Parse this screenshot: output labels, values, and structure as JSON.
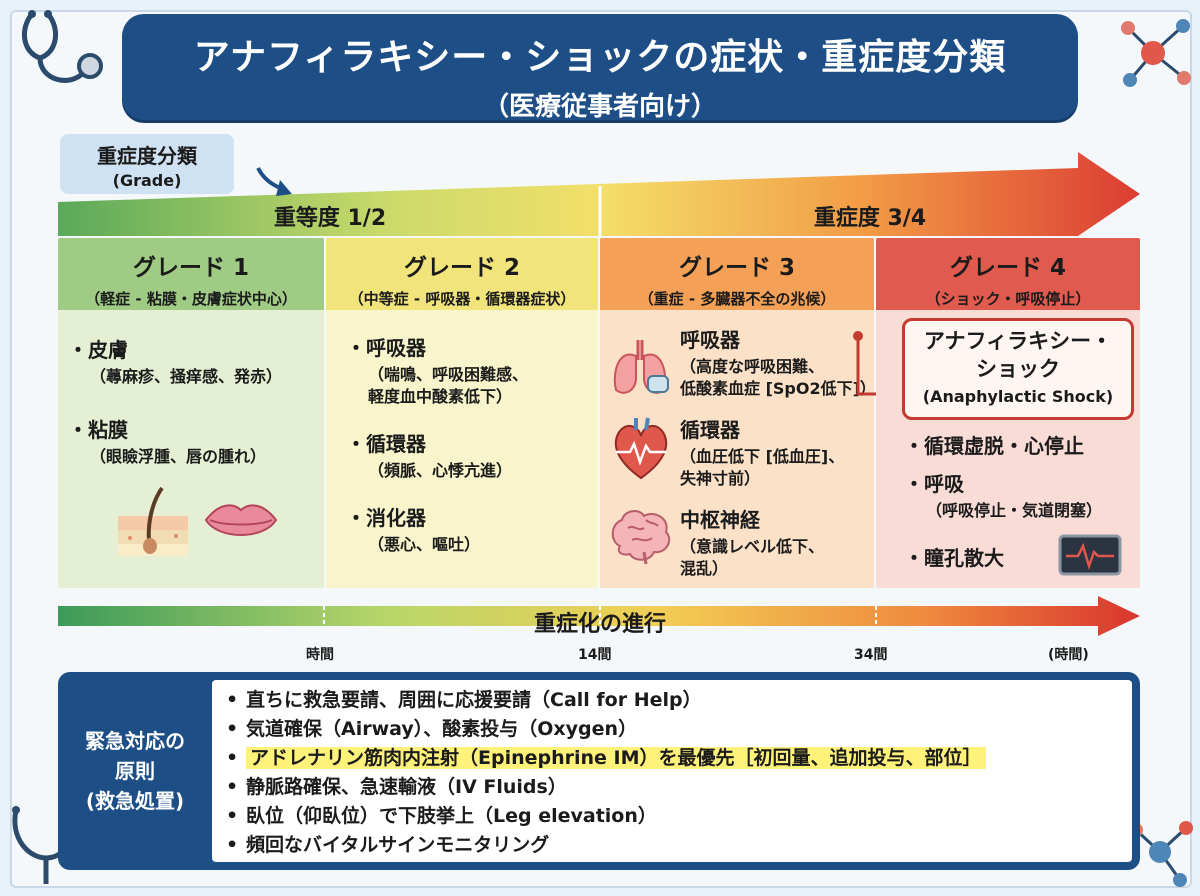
{
  "title": {
    "main": "アナフィラキシー・ショックの症状・重症度分類",
    "sub": "（医療従事者向け）"
  },
  "grade_label": {
    "ja": "重症度分類",
    "en": "(Grade)"
  },
  "bands": {
    "left": "重等度 1/2",
    "right": "重症度 3/4"
  },
  "grades": [
    {
      "name": "グレード 1",
      "desc": "（軽症 - 粘膜・皮膚症状中心）",
      "items": [
        {
          "head": "・皮膚",
          "detail": "（蕁麻疹、掻痒感、発赤）"
        },
        {
          "head": "・粘膜",
          "detail": "（眼瞼浮腫、唇の腫れ）"
        }
      ]
    },
    {
      "name": "グレード 2",
      "desc": "（中等症 - 呼吸器・循環器症状）",
      "items": [
        {
          "head": "・呼吸器",
          "detail": "（喘鳴、呼吸困難感、\n軽度血中酸素低下）"
        },
        {
          "head": "・循環器",
          "detail": "（頻脈、心悸亢進）"
        },
        {
          "head": "・消化器",
          "detail": "（悪心、嘔吐）"
        }
      ]
    },
    {
      "name": "グレード 3",
      "desc": "（重症 - 多臓器不全の兆候）",
      "items": [
        {
          "head": "呼吸器",
          "detail": "（高度な呼吸困難、\n低酸素血症 [SpO2低下]）"
        },
        {
          "head": "循環器",
          "detail": "（血圧低下 [低血圧]、\n失神寸前）"
        },
        {
          "head": "中枢神経",
          "detail": "（意識レベル低下、\n混乱）"
        }
      ]
    },
    {
      "name": "グレード 4",
      "desc": "（ショック・呼吸停止）",
      "shock_title": "アナフィラキシー・\nショック",
      "shock_en": "(Anaphylactic Shock)",
      "items": [
        {
          "head": "・循環虚脱・心停止",
          "detail": ""
        },
        {
          "head": "・呼吸",
          "detail": "（呼吸停止・気道閉塞）"
        },
        {
          "head": "・瞳孔散大",
          "detail": ""
        }
      ]
    }
  ],
  "timeline": {
    "label": "重症化の進行",
    "ticks": [
      "時間",
      "14間",
      "34間",
      "(時間)"
    ]
  },
  "emergency": {
    "heading": "緊急対応の\n原則\n(救急処置)",
    "items": [
      "直ちに救急要請、周囲に応援要請（Call for Help）",
      "気道確保（Airway）、酸素投与（Oxygen）",
      "アドレナリン筋肉内注射（Epinephrine IM）を最優先［初回量、追加投与、部位］",
      "静脈路確保、急速輸液（IV Fluids）",
      "臥位（仰臥位）で下肢挙上（Leg elevation）",
      "頻回なバイタルサインモニタリング"
    ],
    "highlight_index": 2
  },
  "colors": {
    "navy": "#1d4f86",
    "grade1": "#e4efd4",
    "grade2": "#f8f5cc",
    "grade3": "#fbe1c8",
    "grade4": "#f9dcd6",
    "highlight": "#fff27a"
  }
}
